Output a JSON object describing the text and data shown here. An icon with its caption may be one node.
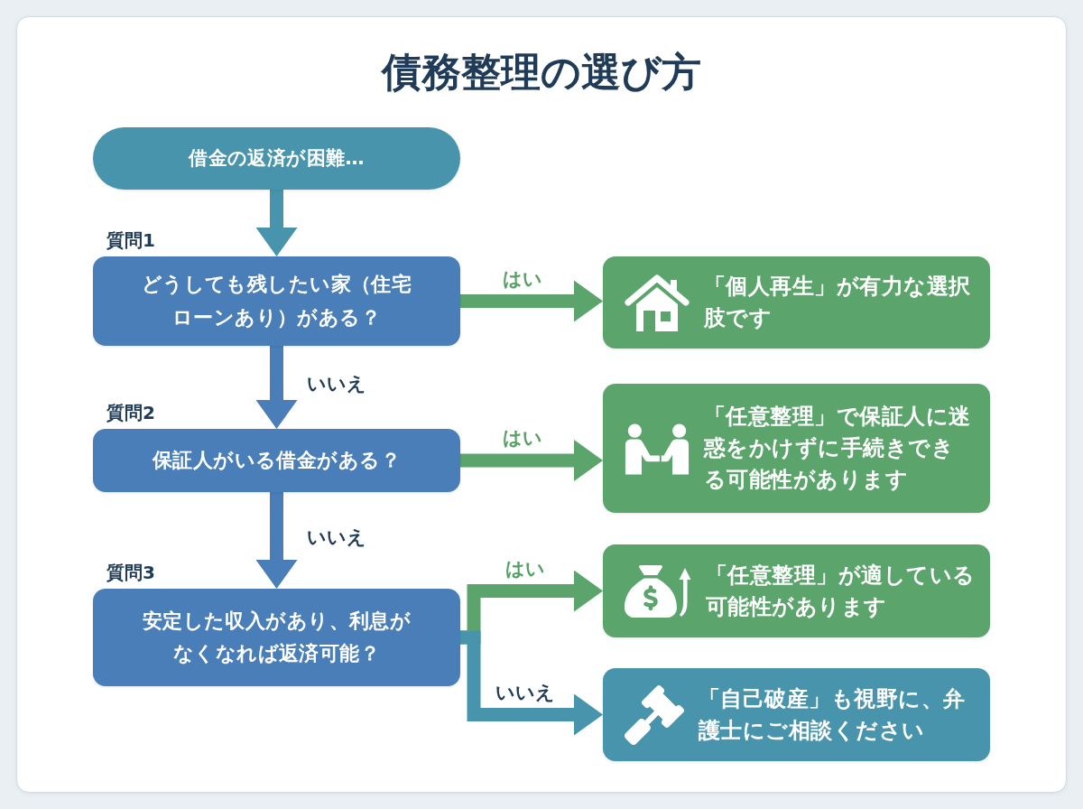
{
  "diagram": {
    "title": "債務整理の選び方",
    "nodes": [
      {
        "text": [
          "借金の返済が困難…"
        ]
      },
      {
        "text": [
          "どうしても残したい家（住宅ローンあり）がある？"
        ],
        "beside": [
          "質問1"
        ]
      },
      {
        "text": [
          "「個人再生」が有力な選択肢です"
        ]
      },
      {
        "text": [
          "保証人がいる借金がある？"
        ],
        "beside": [
          "質問2"
        ]
      },
      {
        "text": [
          "「任意整理」で保証人に迷惑をかけずに手続きできる可能性があります"
        ]
      },
      {
        "text": [
          "安定した収入があり、利息がなくなれば返済可能？"
        ],
        "beside": [
          "質問3"
        ]
      },
      {
        "text": [
          "「任意整理」が適している可能性があります"
        ]
      },
      {
        "text": [
          "「自己破産」も視野に、弁護士にご相談ください"
        ]
      }
    ],
    "edges": [
      {
        "from": 0,
        "to": 1,
        "arrow": "to",
        "color": "#4994ad"
      },
      {
        "from": 1,
        "to": 2,
        "arrow": "to",
        "label": "はい"
      },
      {
        "from": 1,
        "to": 3,
        "arrow": "to",
        "label": "いいえ",
        "color": "#4a7eb8"
      },
      {
        "from": 3,
        "to": 4,
        "arrow": "to",
        "label": "はい"
      },
      {
        "from": 3,
        "to": 5,
        "arrow": "to",
        "label": "いいえ",
        "color": "#4a7eb8"
      },
      {
        "from": 5,
        "to": 6,
        "arrow": "to",
        "label": "はい"
      },
      {
        "from": 5,
        "to": 7,
        "arrow": "to",
        "label": "いいえ",
        "color": "#4994ad"
      }
    ]
  }
}
